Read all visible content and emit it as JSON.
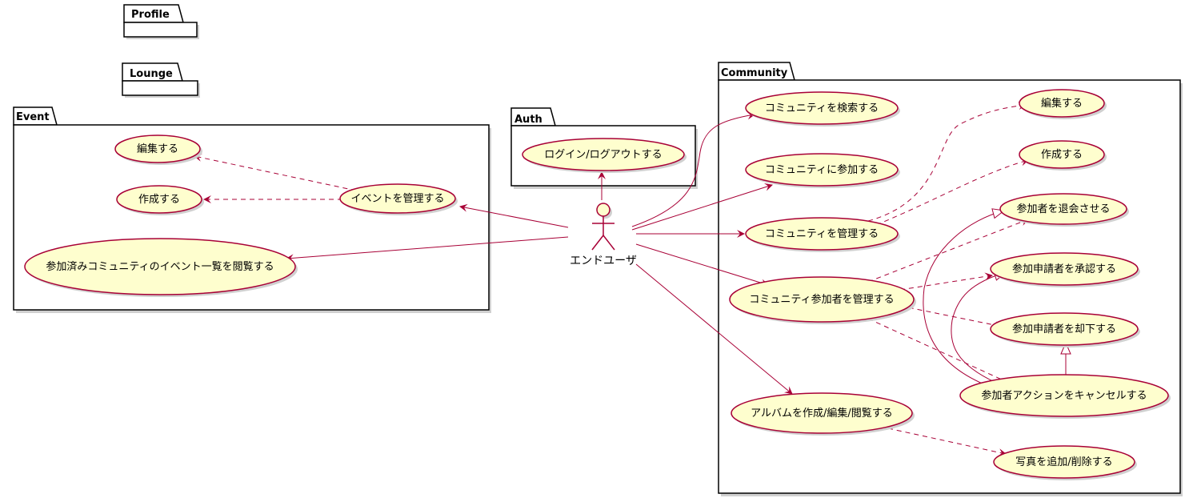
{
  "packages": {
    "profile": "Profile",
    "lounge": "Lounge",
    "event": "Event",
    "auth": "Auth",
    "community": "Community"
  },
  "actor": {
    "label": "エンドユーザ"
  },
  "usecases": {
    "event_edit": "編集する",
    "event_create": "作成する",
    "event_manage": "イベントを管理する",
    "event_list": "参加済みコミュニティのイベント一覧を閲覧する",
    "auth_login": "ログイン/ログアウトする",
    "comm_search": "コミュニティを検索する",
    "comm_join": "コミュニティに参加する",
    "comm_manage": "コミュニティを管理する",
    "comm_member_manage": "コミュニティ参加者を管理する",
    "comm_album": "アルバムを作成/編集/閲覧する",
    "comm_edit": "編集する",
    "comm_create": "作成する",
    "member_withdraw": "参加者を退会させる",
    "member_approve": "参加申請者を承認する",
    "member_reject": "参加申請者を却下する",
    "member_cancel": "参加者アクションをキャンセルする",
    "photo_add_delete": "写真を追加/削除する"
  },
  "colors": {
    "usecase_fill": "#fefece",
    "line": "#a80036",
    "package_border": "#000000"
  }
}
